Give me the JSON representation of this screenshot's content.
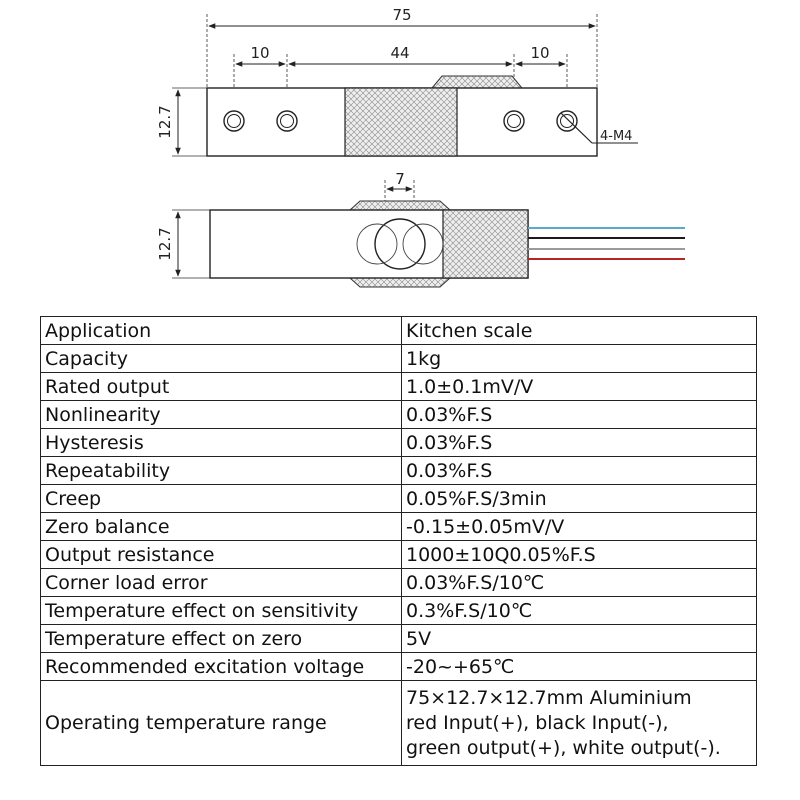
{
  "dimensions": {
    "overall_length": "75",
    "left_hole_spacing": "10",
    "center_length": "44",
    "right_hole_spacing": "10",
    "height_top_view": "12.7",
    "height_side_view": "12.7",
    "slot_width": "7",
    "hole_callout": "4-M4"
  },
  "wire_colors": {
    "blue": "#5aa9c9",
    "black": "#1a1a1a",
    "gray": "#9a9a9a",
    "red": "#b52626"
  },
  "spec_table": {
    "rows": [
      {
        "param": "Application",
        "value": "Kitchen scale"
      },
      {
        "param": "Capacity",
        "value": "1kg"
      },
      {
        "param": "Rated output",
        "value": "1.0±0.1mV/V"
      },
      {
        "param": "Nonlinearity",
        "value": "0.03%F.S"
      },
      {
        "param": "Hysteresis",
        "value": "0.03%F.S"
      },
      {
        "param": "Repeatability",
        "value": "0.03%F.S"
      },
      {
        "param": "Creep",
        "value": "0.05%F.S/3min"
      },
      {
        "param": "Zero balance",
        "value": "-0.15±0.05mV/V"
      },
      {
        "param": "Output resistance",
        "value": "1000±10Q0.05%F.S"
      },
      {
        "param": "Corner load error",
        "value": "0.03%F.S/10℃"
      },
      {
        "param": "Temperature effect on sensitivity",
        "value": "0.3%F.S/10℃"
      },
      {
        "param": "Temperature effect on zero",
        "value": "5V"
      },
      {
        "param": "Recommended excitation voltage",
        "value": "-20~+65℃"
      }
    ],
    "last_row": {
      "param": "Operating temperature range",
      "value_lines": [
        "75×12.7×12.7mm Aluminium",
        "red Input(+), black Input(-),",
        "green output(+), white output(-)."
      ]
    }
  }
}
